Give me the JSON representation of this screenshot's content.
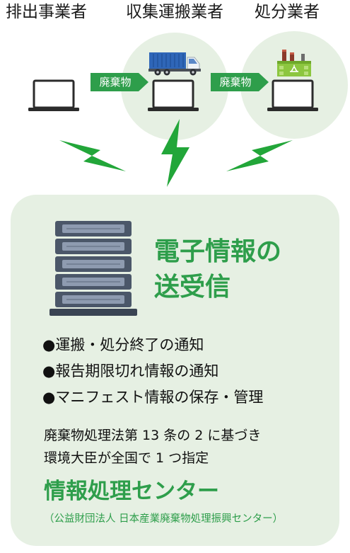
{
  "roles": {
    "emitter": "排出事業者",
    "collector": "収集運搬業者",
    "disposer": "処分業者"
  },
  "flow": {
    "arrow1_label": "廃棄物",
    "arrow2_label": "廃棄物"
  },
  "center": {
    "title_line1": "電子情報の",
    "title_line2": "送受信",
    "bullets": [
      "●運搬・処分終了の通知",
      "●報告期限切れ情報の通知",
      "●マニフェスト情報の保存・管理"
    ],
    "law_line1": "廃棄物処理法第 13 条の 2 に基づき",
    "law_line2": "環境大臣が全国で 1 つ指定",
    "name": "情報処理センター",
    "sub": "（公益財団法人 日本産業廃棄物処理振興センター）"
  },
  "colors": {
    "accent_green": "#2e9e4b",
    "bolt_green": "#22a639",
    "panel_green": "#e6f0e3",
    "truck_blue": "#2f66b8",
    "factory_green": "#8cc63f"
  },
  "icons": {
    "device": "laptop-icon",
    "truck": "truck-icon",
    "factory": "factory-icon",
    "server": "server-icon",
    "signal": "lightning-bolt-icon"
  }
}
